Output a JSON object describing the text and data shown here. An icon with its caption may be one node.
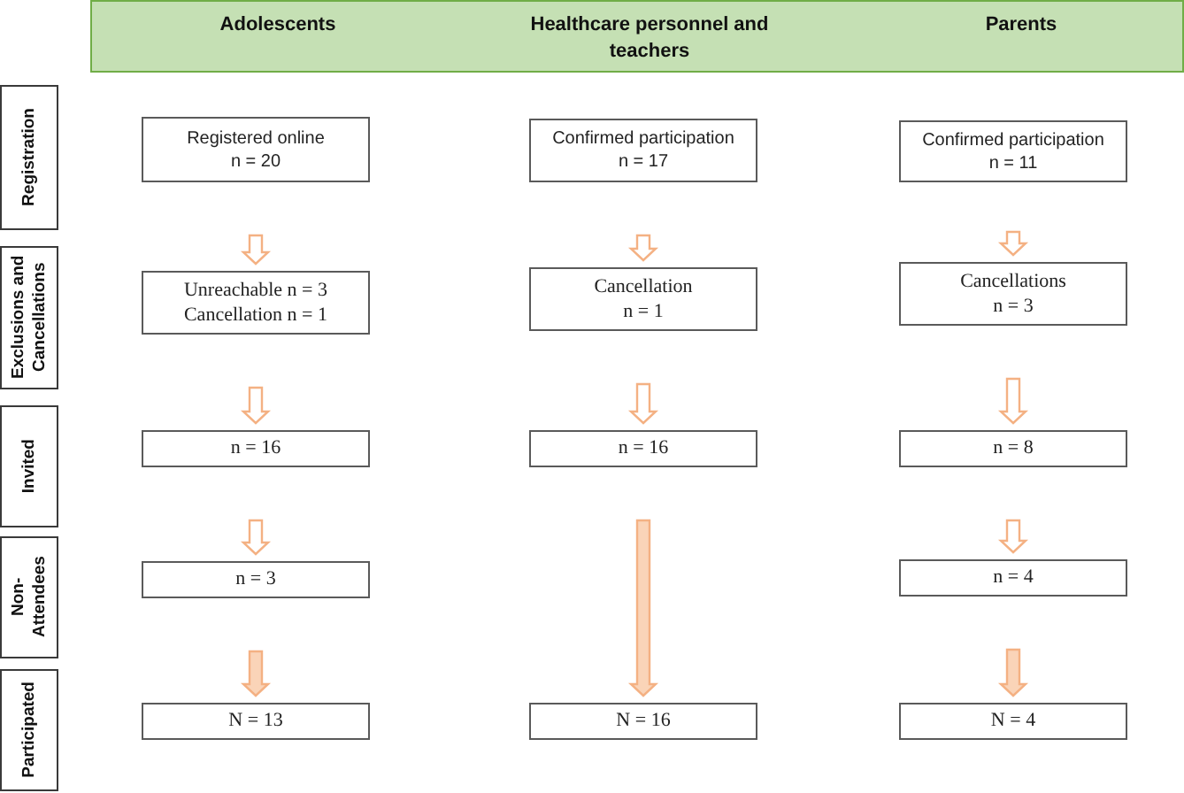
{
  "diagram": {
    "nodes": [
      {
        "text": [
          "Adolescents",
          "Healthcare personnel and teachers",
          "Parents"
        ]
      },
      {
        "text": [
          "Registration"
        ]
      },
      {
        "text": [
          "Registered online",
          "n = 20"
        ]
      },
      {
        "text": [
          "Confirmed participation",
          "n = 17"
        ]
      },
      {
        "text": [
          "Confirmed participation",
          "n = 11"
        ]
      },
      {
        "text": [
          "Exclusions and Cancellations"
        ]
      },
      {
        "text": [
          "Unreachable n = 3",
          "Cancellation n = 1"
        ]
      },
      {
        "text": [
          "Cancellation",
          "n = 1"
        ]
      },
      {
        "text": [
          "Cancellations",
          "n = 3"
        ]
      },
      {
        "text": [
          "Invited"
        ]
      },
      {
        "text": [
          "n = 16"
        ]
      },
      {
        "text": [
          "n = 16"
        ]
      },
      {
        "text": [
          "n = 8"
        ]
      },
      {
        "text": [
          "Non-Attendees"
        ]
      },
      {
        "text": [
          "n = 3"
        ]
      },
      {
        "text": [
          "n = 4"
        ]
      },
      {
        "text": [
          "Participated"
        ]
      },
      {
        "text": [
          "N = 13"
        ]
      },
      {
        "text": [
          "N = 16"
        ]
      },
      {
        "text": [
          "N = 4"
        ]
      }
    ],
    "edges": [
      {
        "from": 2,
        "to": 6,
        "arrow": "to"
      },
      {
        "from": 6,
        "to": 10,
        "arrow": "to"
      },
      {
        "from": 10,
        "to": 14,
        "arrow": "to"
      },
      {
        "from": 14,
        "to": 17,
        "arrow": "to",
        "color": "#fad4b8"
      },
      {
        "from": 3,
        "to": 7,
        "arrow": "to"
      },
      {
        "from": 7,
        "to": 11,
        "arrow": "to"
      },
      {
        "from": 11,
        "to": 18,
        "arrow": "to",
        "color": "#fad4b8"
      },
      {
        "from": 4,
        "to": 8,
        "arrow": "to"
      },
      {
        "from": 8,
        "to": 12,
        "arrow": "to"
      },
      {
        "from": 12,
        "to": 15,
        "arrow": "to"
      },
      {
        "from": 15,
        "to": 19,
        "arrow": "to",
        "color": "#fad4b8"
      }
    ]
  }
}
